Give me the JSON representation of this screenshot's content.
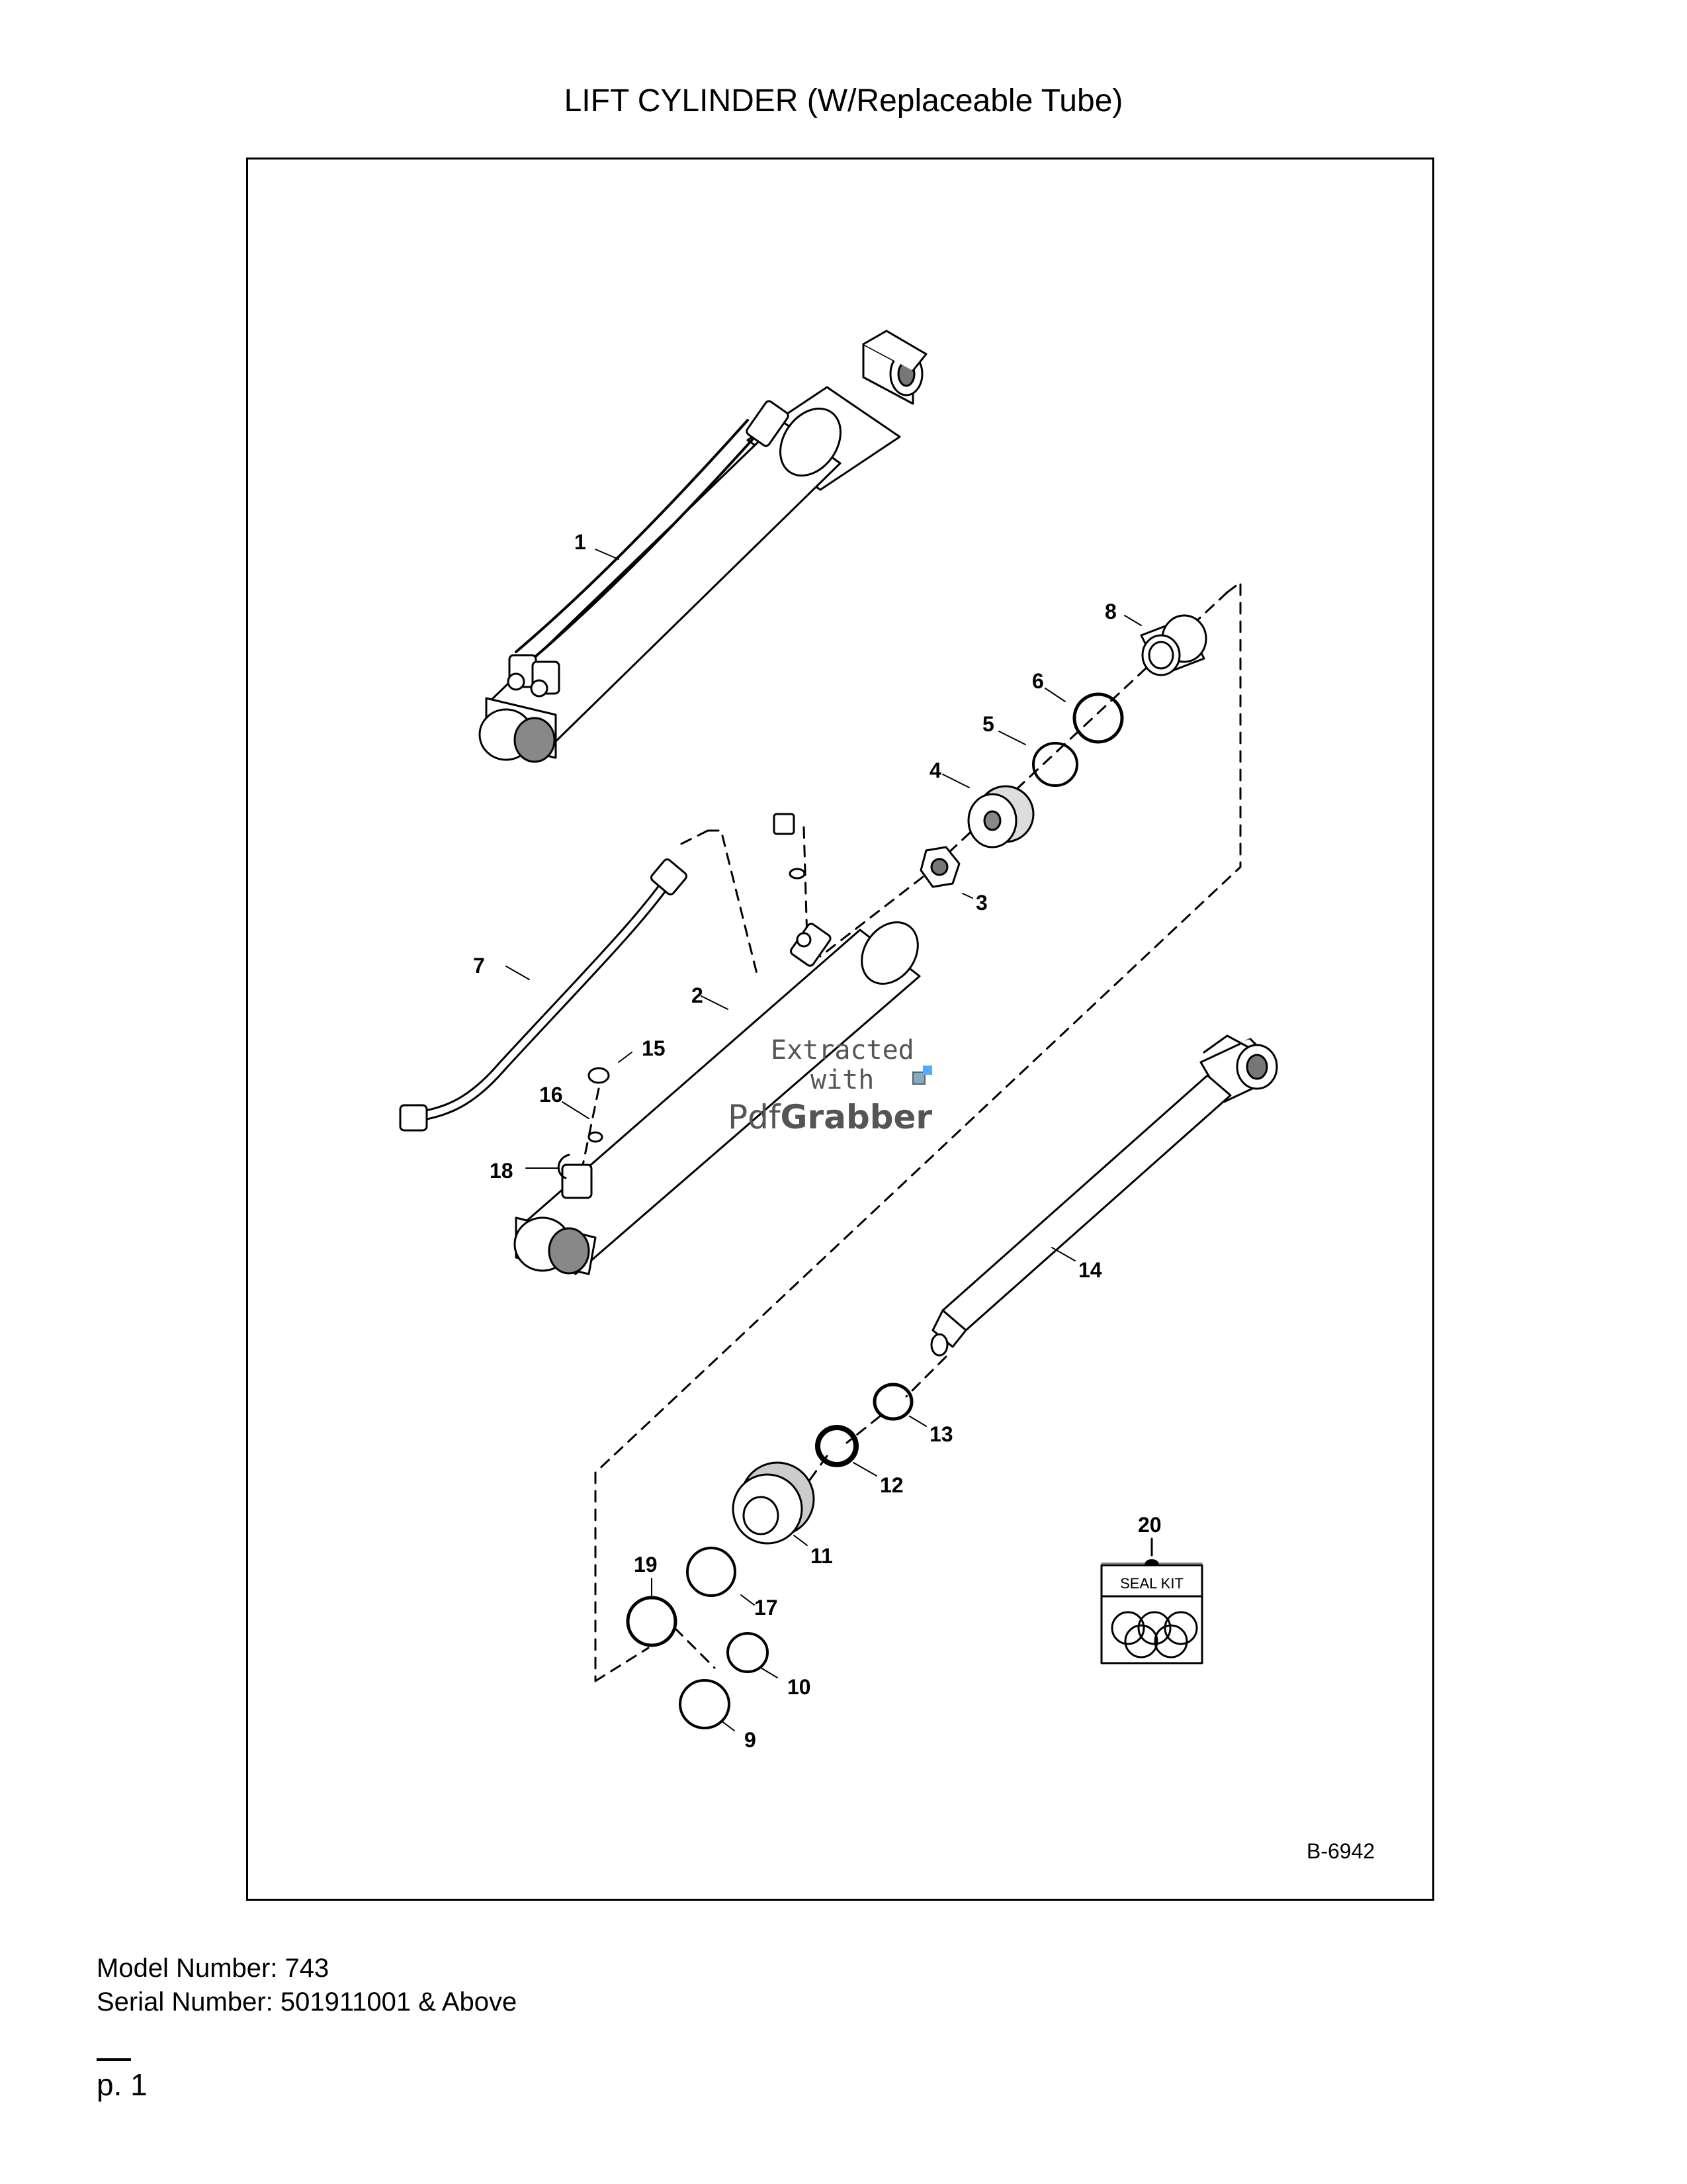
{
  "title": "LIFT CYLINDER (W/Replaceable Tube)",
  "drawing_number": "B-6942",
  "callouts": [
    "1",
    "2",
    "3",
    "4",
    "5",
    "6",
    "7",
    "8",
    "9",
    "10",
    "11",
    "12",
    "13",
    "14",
    "15",
    "16",
    "17",
    "18",
    "19",
    "20"
  ],
  "seal_kit_label": "SEAL KIT",
  "watermark": {
    "line1": "Extracted",
    "line2": "with",
    "brand_a": "Pdf",
    "brand_b": "Grabber"
  },
  "footer": {
    "model": "Model Number: 743",
    "serial": "Serial Number: 501911001 & Above",
    "page": "p. 1"
  }
}
